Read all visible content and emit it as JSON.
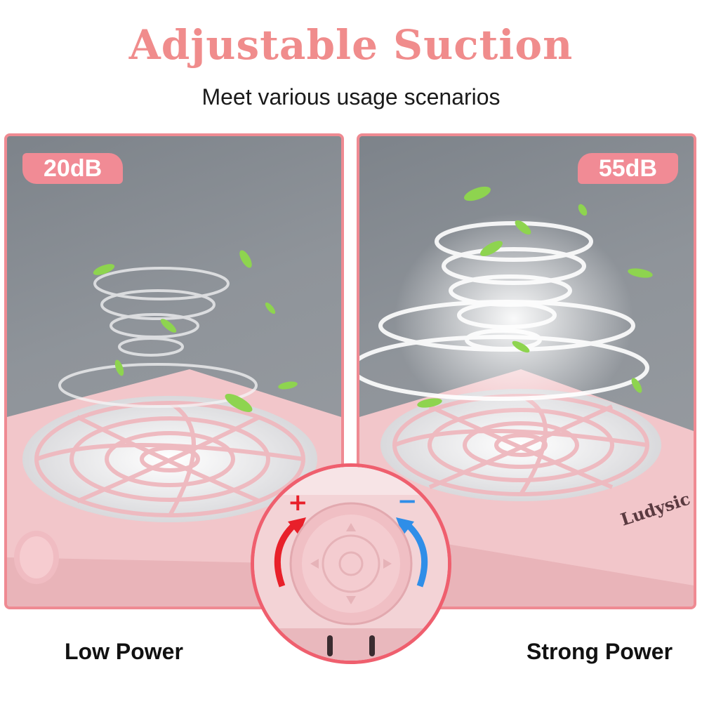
{
  "header": {
    "title": "Adjustable Suction",
    "subtitle": "Meet various usage scenarios"
  },
  "panels": [
    {
      "level": "20dB",
      "caption": "Low Power"
    },
    {
      "level": "55dB",
      "caption": "Strong Power"
    }
  ],
  "product": {
    "brand": "Ludysic",
    "plus_sign": "+",
    "minus_sign": "−"
  },
  "colors": {
    "title": "#f08c8c",
    "badge": "#f18b95",
    "panel_border": "#ef8a92",
    "device_pink": "#f0c4c8",
    "plus_arrow": "#e8202a",
    "minus_arrow": "#2f8ee8",
    "leaf": "#8ed44f"
  }
}
